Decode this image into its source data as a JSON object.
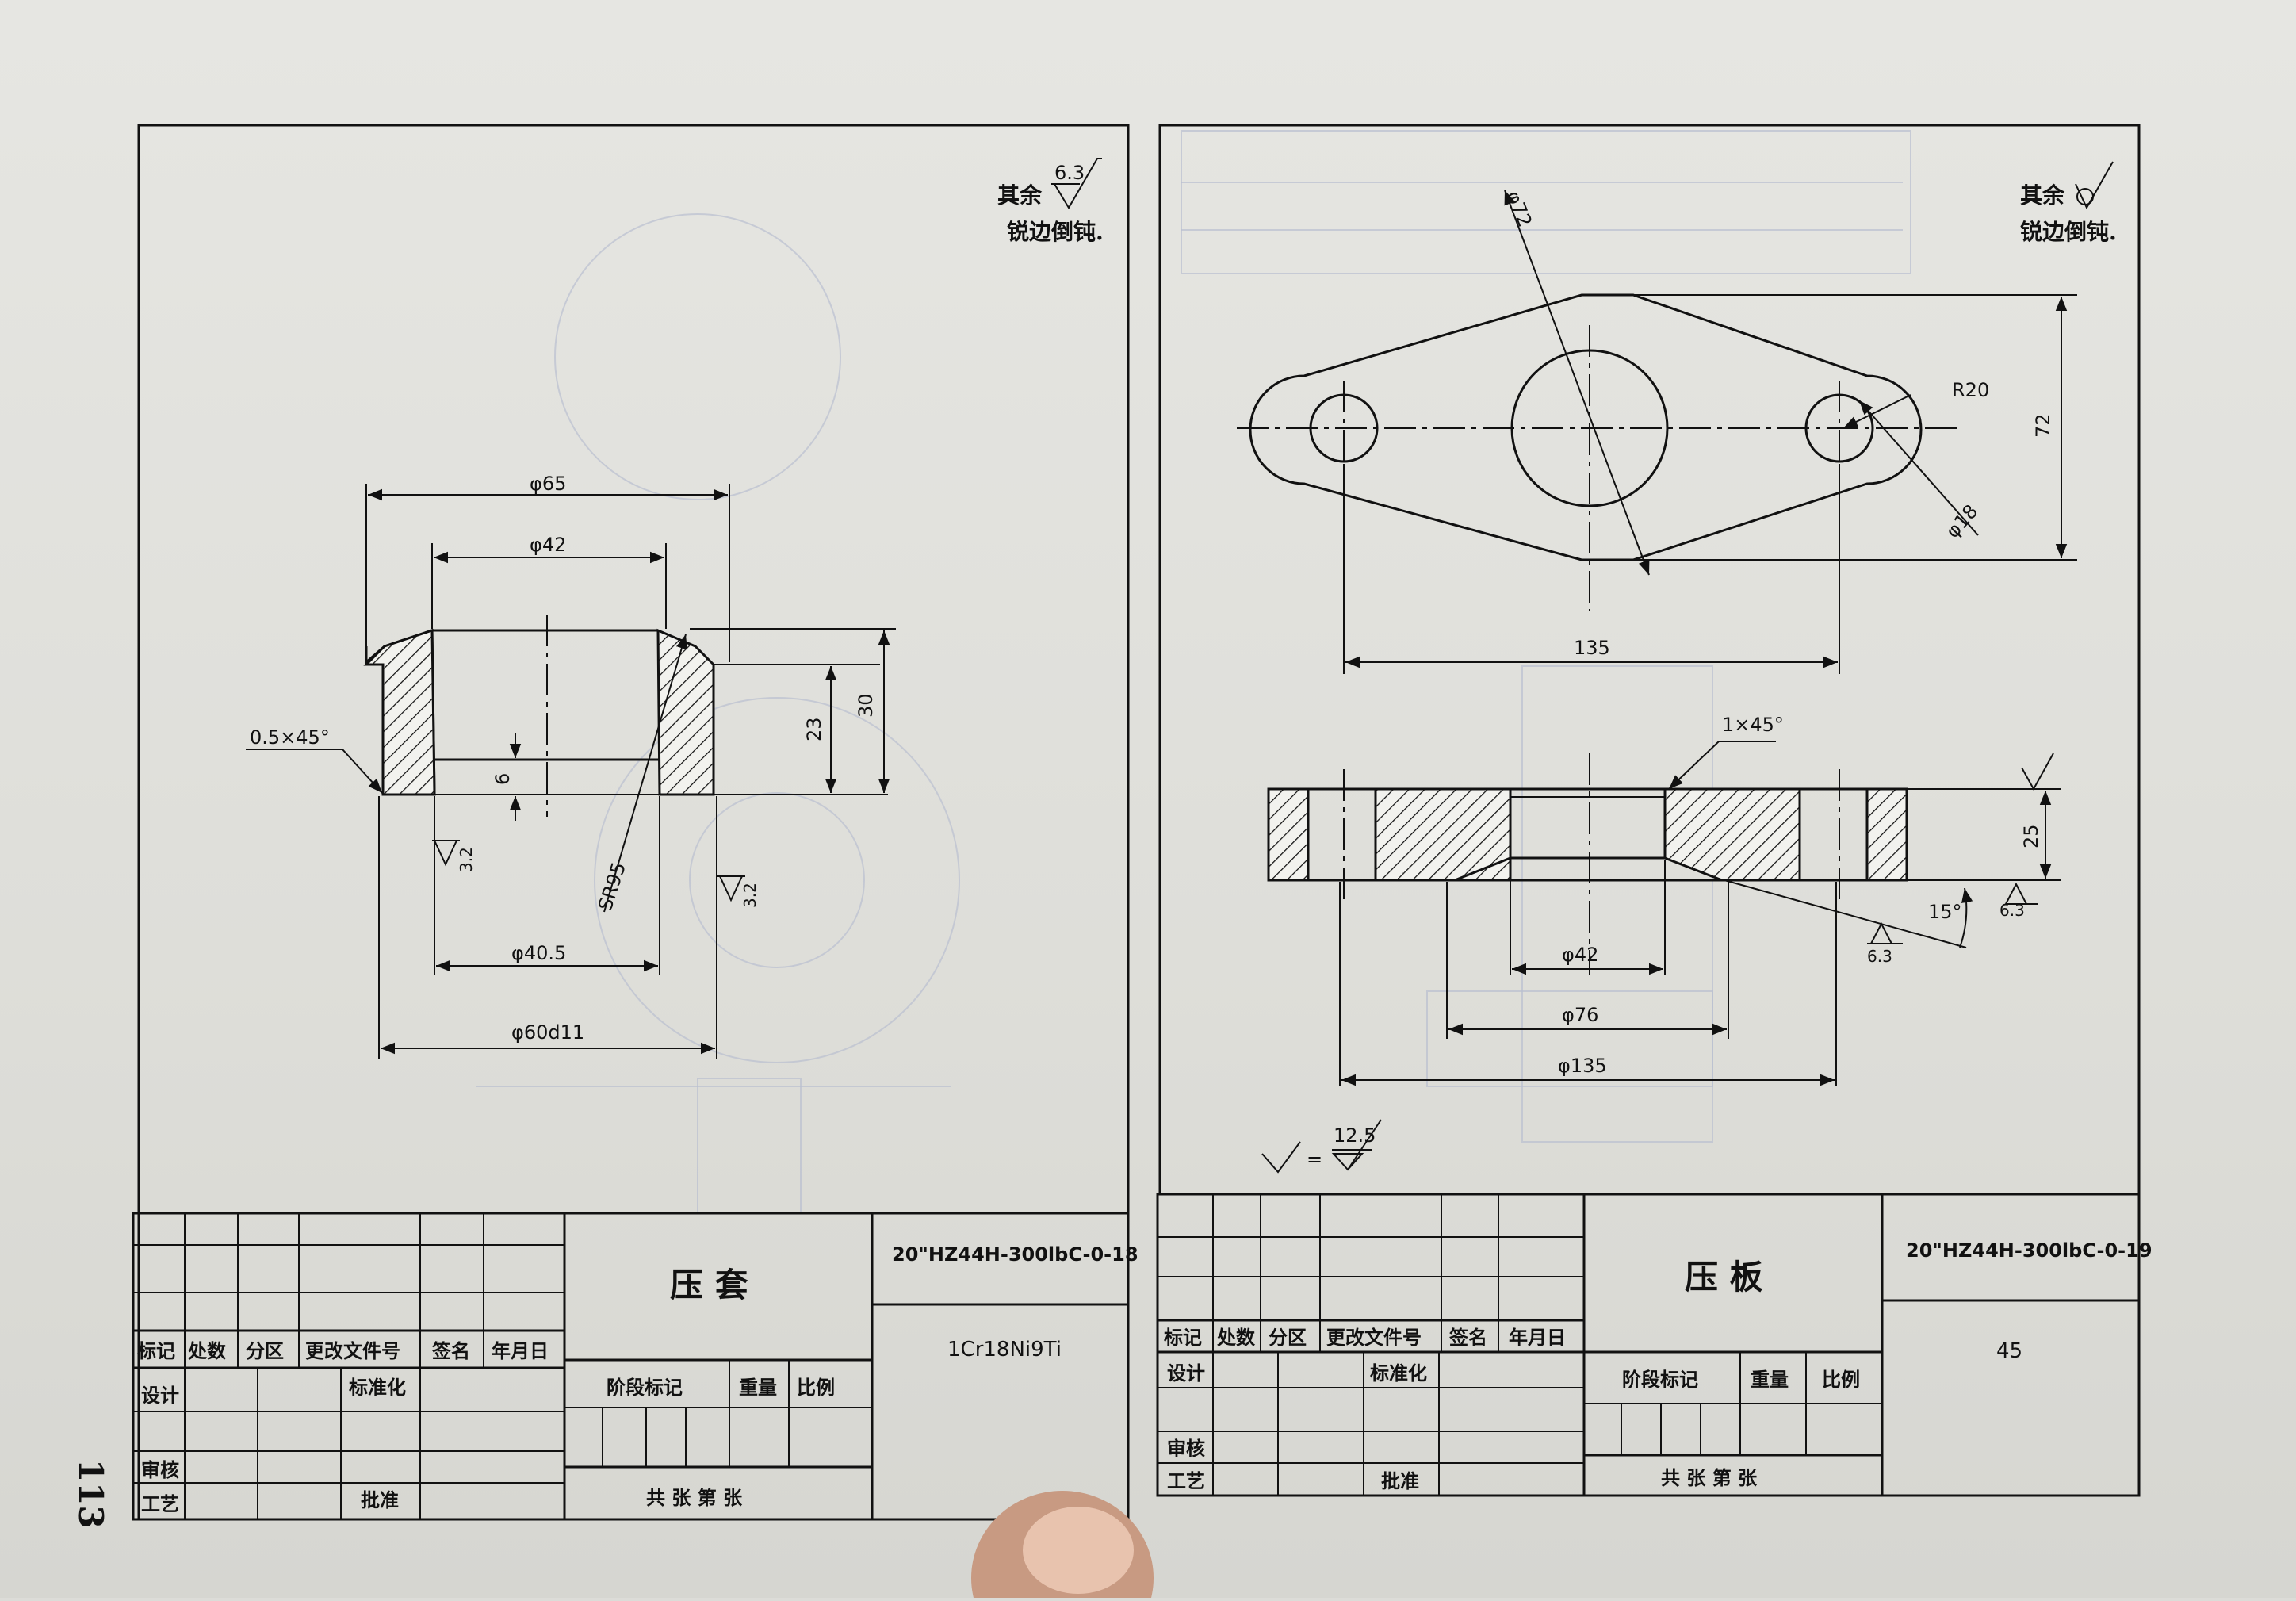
{
  "left_sheet": {
    "note_rest": "其余",
    "note_rest_roughness": "6.3",
    "note_chamfer": "锐边倒钝.",
    "dims": {
      "d65": "φ65",
      "d42": "φ42",
      "d40_5": "φ40.5",
      "d60d11": "φ60d11",
      "chamfer": "0.5×45°",
      "h30": "30",
      "h23": "23",
      "h6": "6",
      "sr95": "SR95",
      "ra_left": "3.2",
      "ra_right": "3.2"
    },
    "title_block": {
      "part_name": "压 套",
      "drawing_no": "20\"HZ44H-300lbC-0-18",
      "material": "1Cr18Ni9Ti",
      "col_mark": "标记",
      "col_count": "处数",
      "col_zone": "分区",
      "col_change_doc": "更改文件号",
      "col_sign": "签名",
      "col_date": "年月日",
      "row_design": "设计",
      "row_standard": "标准化",
      "row_check": "审核",
      "row_process": "工艺",
      "row_approve": "批准",
      "stage_mark": "阶段标记",
      "weight": "重量",
      "scale": "比例",
      "sheets": "共 张 第 张"
    }
  },
  "right_sheet": {
    "note_rest": "其余",
    "note_chamfer": "锐边倒钝.",
    "dims": {
      "d72": "φ72",
      "r20": "R20",
      "d18": "φ18",
      "w72": "72",
      "l135": "135",
      "chamfer": "1×45°",
      "h25": "25",
      "angle15": "15°",
      "ra_a": "6.3",
      "ra_b": "6.3",
      "d42": "φ42",
      "d76": "φ76",
      "d135": "φ135",
      "equiv_roughness": "12.5"
    },
    "title_block": {
      "part_name": "压 板",
      "drawing_no": "20\"HZ44H-300lbC-0-19",
      "material": "45",
      "col_mark": "标记",
      "col_count": "处数",
      "col_zone": "分区",
      "col_change_doc": "更改文件号",
      "col_sign": "签名",
      "col_date": "年月日",
      "row_design": "设计",
      "row_standard": "标准化",
      "row_check": "审核",
      "row_process": "工艺",
      "row_approve": "批准",
      "stage_mark": "阶段标记",
      "weight": "重量",
      "scale": "比例",
      "sheets": "共 张 第 张"
    }
  },
  "page_number": "113"
}
